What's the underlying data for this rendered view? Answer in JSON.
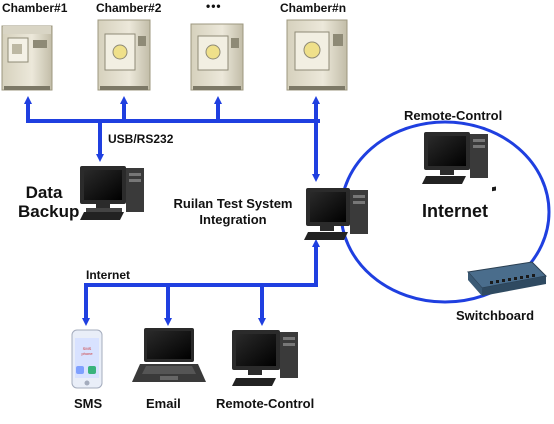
{
  "chambers": {
    "labels": [
      "Chamber#1",
      "Chamber#2",
      "•••",
      "Chamber#n"
    ]
  },
  "links": {
    "usb_label": "USB/RS232",
    "internet_branch_label": "Internet"
  },
  "nodes": {
    "data_backup_line1": "Data",
    "data_backup_line2": "Backup",
    "integration_line1": "Ruilan Test System",
    "integration_line2": "Integration",
    "remote_top": "Remote-Control",
    "internet_cloud": "Internet",
    "switchboard": "Switchboard",
    "sms": "SMS",
    "email": "Email",
    "remote_bottom": "Remote-Control"
  },
  "phone_screen_text": [
    "SMS",
    "phone"
  ],
  "colors": {
    "link_blue": "#1f3fe0",
    "chamber_body": "#e6e2d2",
    "chamber_shade": "#c9c4b0",
    "monitor_frame": "#2b2b2b",
    "screen": "#0a0a0a",
    "tower": "#3a3a3a",
    "switch_body": "#3d5d7a",
    "phone_body": "#e9eef8",
    "phone_screen": "#7fa0ff",
    "laptop": "#2a2a2a"
  }
}
